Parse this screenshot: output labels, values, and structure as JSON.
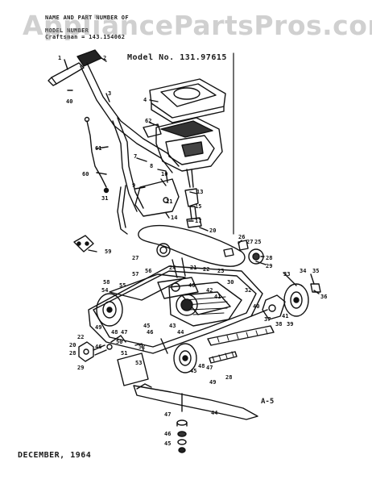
{
  "watermark": "AppliancePartsPros.com",
  "header": {
    "line1": "NAME AND PART NUMBER OF",
    "line2": "MODEL NUMBER",
    "line3": "Craftsman = 143.154062"
  },
  "model": "Model No. 131.97615",
  "figure_ref": "A-5",
  "footer_date": "DECEMBER, 1964"
}
